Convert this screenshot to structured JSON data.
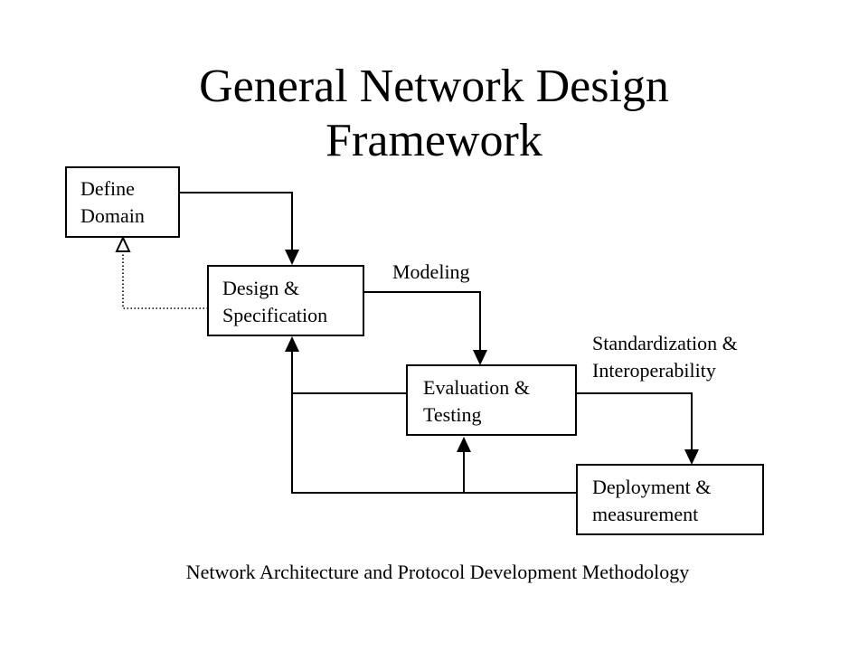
{
  "title": {
    "line1": "General Network Design",
    "line2": "Framework"
  },
  "nodes": {
    "define_domain": {
      "line1": "Define",
      "line2": "Domain"
    },
    "design_spec": {
      "line1": "Design &",
      "line2": "Specification"
    },
    "evaluation": {
      "line1": "Evaluation &",
      "line2": "Testing"
    },
    "deployment": {
      "line1": "Deployment &",
      "line2": "measurement"
    }
  },
  "edge_labels": {
    "modeling": "Modeling",
    "standardization_line1": "Standardization &",
    "standardization_line2": "Interoperability"
  },
  "caption": "Network Architecture and Protocol Development Methodology"
}
